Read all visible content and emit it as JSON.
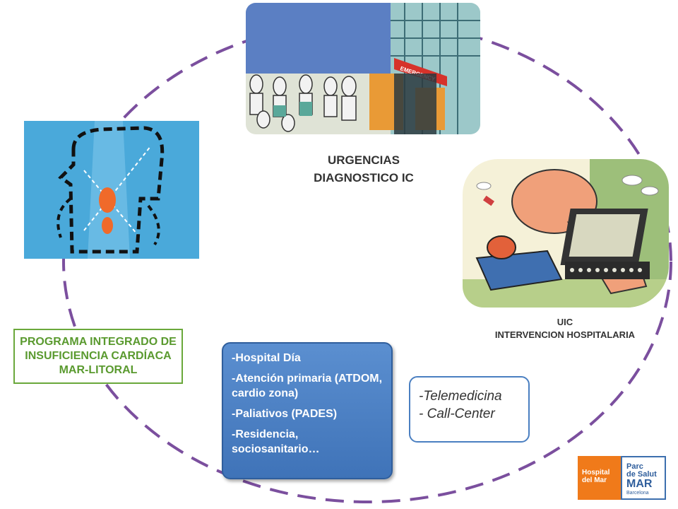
{
  "captions": {
    "urgencias": [
      "URGENCIAS",
      "DIAGNOSTICO IC"
    ],
    "uic": [
      "UIC",
      "INTERVENCION HOSPITALARIA"
    ]
  },
  "program": {
    "title": "PROGRAMA INTEGRADO DE INSUFICIENCIA CARDÍACA MAR-LITORAL"
  },
  "services": {
    "items": [
      "-Hospital Día",
      "-Atención primaria (ATDOM, cardio zona)",
      "-Paliativos (PADES)",
      "-Residencia, sociosanitario…"
    ]
  },
  "telemedicine": {
    "items": [
      "-Telemedicina",
      "- Call-Center"
    ]
  },
  "illustrations": {
    "emergency_sign": "EMERGENCY"
  },
  "logos": {
    "hospital": [
      "Hospital",
      "del Mar"
    ],
    "parc": [
      "Parc",
      "de Salut",
      "MAR",
      "Barcelona"
    ]
  },
  "colors": {
    "cycle_dash": "#7b4f9e",
    "program_green": "#6aa83b",
    "services_blue": "#4a7fc1",
    "logo_orange": "#f07a1a",
    "logo_blue": "#3c6fae"
  }
}
